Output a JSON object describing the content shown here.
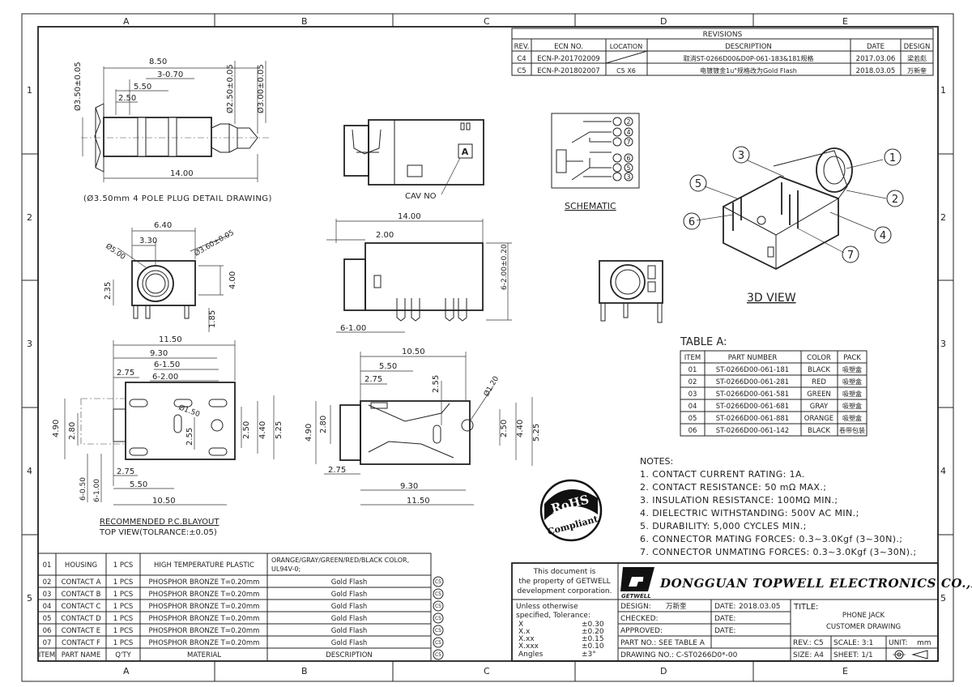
{
  "border": {
    "columns": [
      "A",
      "B",
      "C",
      "D",
      "E"
    ],
    "rows": [
      "1",
      "2",
      "3",
      "4",
      "5"
    ]
  },
  "revisions": {
    "title": "REVISIONS",
    "headers": [
      "REV.",
      "ECN NO.",
      "LOCATION",
      "DESCRIPTION",
      "DATE",
      "DESIGN"
    ],
    "rows": [
      {
        "rev": "C4",
        "ecn": "ECN-P-201702009",
        "location": "",
        "description": "取消ST-0266D00&D0P-061-183&181规格",
        "date": "2017.03.06",
        "design": "梁若彪"
      },
      {
        "rev": "C5",
        "ecn": "ECN-P-201802007",
        "location": "C5 X6",
        "description": "电镀镀金1u\"规格改为Gold Flash",
        "date": "2018.03.05",
        "design": "万新奎"
      }
    ]
  },
  "plug": {
    "dims": [
      "8.50",
      "3-0.70",
      "5.50",
      "2.50",
      "14.00",
      "Ø3.50±0.05",
      "Ø2.50±0.05",
      "Ø3.00±0.05"
    ],
    "caption": "(Ø3.50mm 4 POLE PLUG DETAIL DRAWING)"
  },
  "front_view": {
    "cav_label": "CAV NO",
    "letter": "A"
  },
  "schematic": {
    "title": "SCHEMATIC",
    "pins": [
      "2",
      "4",
      "7",
      "6",
      "5",
      "3"
    ]
  },
  "view3d": {
    "title": "3D VIEW",
    "callouts": [
      "1",
      "2",
      "3",
      "4",
      "5",
      "6",
      "7"
    ]
  },
  "end_view": {
    "dims": [
      "6.40",
      "3.30",
      "Ø5.00",
      "Ø3.60±0.05",
      "4.00",
      "2.35",
      "1.85"
    ]
  },
  "side_view": {
    "dims": [
      "14.00",
      "2.00",
      "6-2.00±0.20",
      "6-1.00"
    ]
  },
  "pcb": {
    "dims": [
      "11.50",
      "9.30",
      "6-1.50",
      "6-2.00",
      "2.75",
      "Ø1.50",
      "4.90",
      "2.80",
      "2.55",
      "2.50",
      "4.40",
      "5.25",
      "2.75",
      "5.50",
      "10.50",
      "6-0.50",
      "6-1.00"
    ],
    "title": "RECOMMENDED P.C.BLAYOUT",
    "subtitle": "TOP VIEW(TOLRANCE:±0.05)"
  },
  "bottom_view": {
    "dims": [
      "10.50",
      "5.50",
      "2.75",
      "2.55",
      "Ø1.20",
      "4.90",
      "2.80",
      "2.50",
      "4.40",
      "5.25",
      "2.75",
      "9.30",
      "11.50"
    ]
  },
  "table_a": {
    "title": "TABLE A:",
    "headers": [
      "ITEM",
      "PART NUMBER",
      "COLOR",
      "PACK"
    ],
    "rows": [
      [
        "01",
        "ST-0266D00-061-181",
        "BLACK",
        "吸塑盒"
      ],
      [
        "02",
        "ST-0266D00-061-281",
        "RED",
        "吸塑盒"
      ],
      [
        "03",
        "ST-0266D00-061-581",
        "GREEN",
        "吸塑盒"
      ],
      [
        "04",
        "ST-0266D00-061-681",
        "GRAY",
        "吸塑盒"
      ],
      [
        "05",
        "ST-0266D00-061-881",
        "ORANGE",
        "吸塑盒"
      ],
      [
        "06",
        "ST-0266D00-061-142",
        "BLACK",
        "卷带包装"
      ]
    ]
  },
  "notes": {
    "title": "NOTES:",
    "items": [
      "1. CONTACT CURRENT RATING: 1A.",
      "2. CONTACT RESISTANCE: 50 mΩ MAX.;",
      "3. INSULATION RESISTANCE: 100MΩ MIN.;",
      "4. DIELECTRIC WITHSTANDING: 500V AC MIN.;",
      "5. DURABILITY: 5,000 CYCLES MIN.;",
      "6. CONNECTOR MATING FORCES: 0.3~3.0Kgf (3~30N).;",
      "7. CONNECTOR UNMATING FORCES: 0.3~3.0Kgf (3~30N).;"
    ]
  },
  "rohs": {
    "line1": "RoHS",
    "line2": "Compliant"
  },
  "bom": {
    "headers": [
      "ITEM",
      "PART NAME",
      "Q'TY",
      "MATERIAL",
      "DESCRIPTION"
    ],
    "rows": [
      [
        "01",
        "HOUSING",
        "1 PCS",
        "HIGH TEMPERATURE PLASTIC",
        "ORANGE/GRAY/GREEN/RED/BLACK COLOR,",
        "UL94V-0;"
      ],
      [
        "02",
        "CONTACT A",
        "1 PCS",
        "PHOSPHOR BRONZE T=0.20mm",
        "Gold Flash",
        ""
      ],
      [
        "03",
        "CONTACT B",
        "1 PCS",
        "PHOSPHOR BRONZE T=0.20mm",
        "Gold Flash",
        ""
      ],
      [
        "04",
        "CONTACT C",
        "1 PCS",
        "PHOSPHOR BRONZE T=0.20mm",
        "Gold Flash",
        ""
      ],
      [
        "05",
        "CONTACT D",
        "1 PCS",
        "PHOSPHOR BRONZE T=0.20mm",
        "Gold Flash",
        ""
      ],
      [
        "06",
        "CONTACT E",
        "1 PCS",
        "PHOSPHOR BRONZE T=0.20mm",
        "Gold Flash",
        ""
      ],
      [
        "07",
        "CONTACT F",
        "1 PCS",
        "PHOSPHOR BRONZE T=0.20mm",
        "Gold Flash",
        ""
      ]
    ],
    "rev_marks": [
      "C5",
      "C5",
      "C5",
      "C5",
      "C5",
      "C5",
      "C5"
    ]
  },
  "title_block": {
    "property_lines": [
      "This document is",
      "the property of GETWELL",
      "development corporation."
    ],
    "company": "DONGGUAN TOPWELL ELECTRONICS CO.,LTD",
    "logo_text": "GETWELL",
    "tolerance_lines": [
      "Unless otherwise",
      "specified, Tolerance:"
    ],
    "tolerances": [
      [
        "X",
        "±0.30"
      ],
      [
        "X.x",
        "±0.20"
      ],
      [
        "X.xx",
        "±0.15"
      ],
      [
        "X.xxx",
        "±0.10"
      ],
      [
        "Angles",
        "±3°"
      ]
    ],
    "design_label": "DESIGN:",
    "design_value": "万新奎",
    "date_label": "DATE:",
    "date_value": "2018.03.05",
    "checked_label": "CHECKED:",
    "approved_label": "APPROVED:",
    "title_label": "TITLE:",
    "title_line1": "PHONE JACK",
    "title_line2": "CUSTOMER DRAWING",
    "part_no": "PART NO.: SEE TABLE A",
    "drawing_no": "DRAWING NO.: C-ST0266D0*-00",
    "rev": "REV.: C5",
    "scale": "SCALE: 3:1",
    "unit_label": "UNIT:",
    "unit_value": "mm",
    "size": "SIZE: A4",
    "sheet": "SHEET: 1/1"
  }
}
